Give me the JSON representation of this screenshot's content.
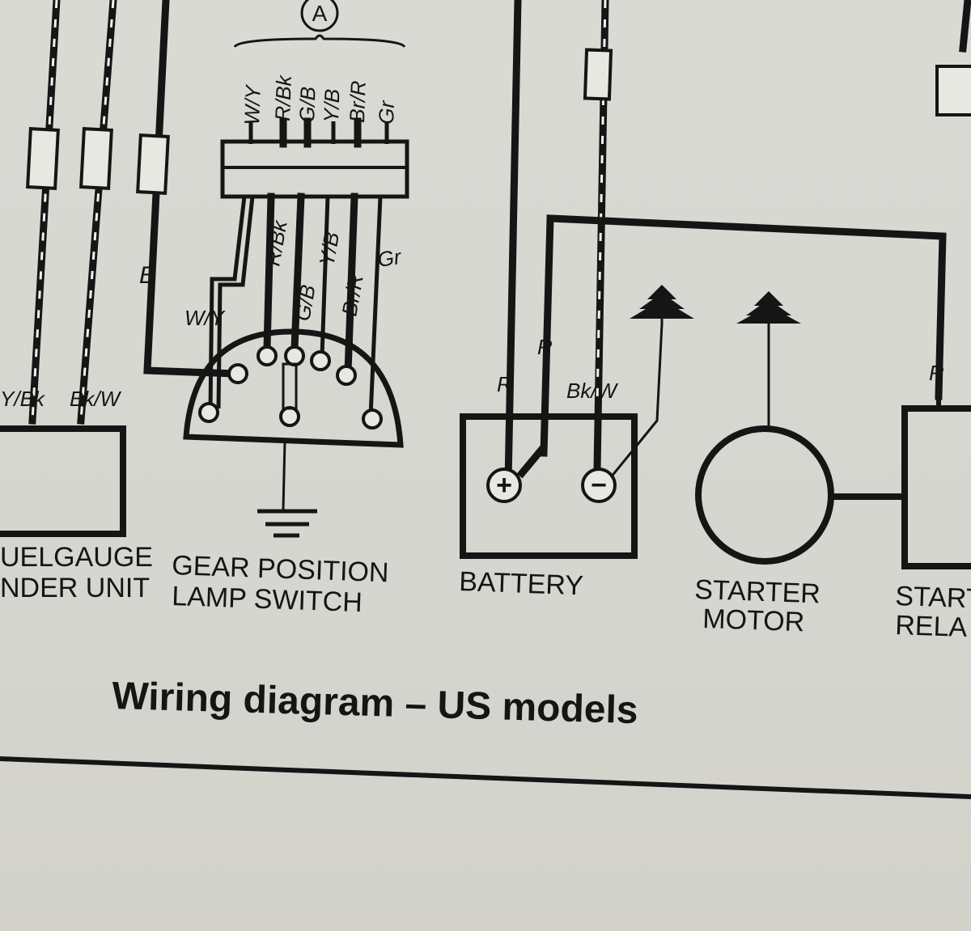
{
  "caption": "Wiring diagram – US models",
  "connector_label": "A",
  "components": {
    "fuel_gauge": [
      "UELGAUGE",
      "NDER UNIT"
    ],
    "gear_switch": [
      "GEAR POSITION",
      "LAMP SWITCH"
    ],
    "battery": [
      "BATTERY"
    ],
    "starter_motor": [
      "STARTER",
      "MOTOR"
    ],
    "starter_relay": [
      "START",
      "RELA"
    ]
  },
  "wire_labels": {
    "connector_top": [
      "W/Y",
      "R/Bk",
      "G/B",
      "Y/B",
      "Br/R",
      "Gr"
    ],
    "connector_bottom": [
      "R/Bk",
      "Y/B",
      "G/B",
      "Br/R",
      "Gr"
    ],
    "w_y": "W/Y",
    "b": "B",
    "y_bk": "Y/Bk",
    "bk_w_left": "Bk/W",
    "r_battery": "R",
    "r_battery2": "R",
    "bk_w_battery": "Bk/W",
    "r_relay": "R"
  },
  "battery_terminals": {
    "positive": "+",
    "negative": "−"
  }
}
